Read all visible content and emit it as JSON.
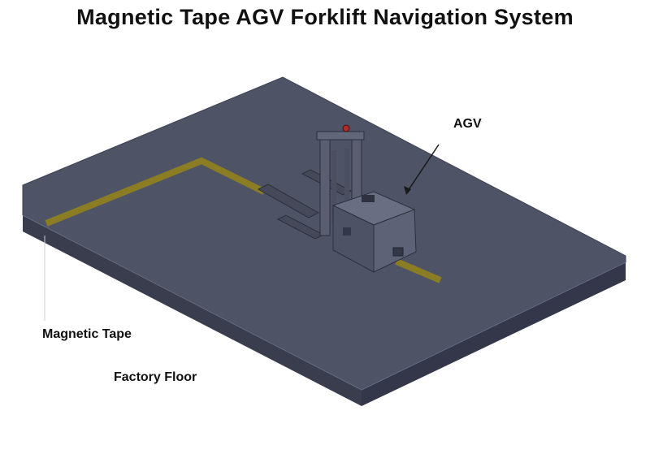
{
  "diagram": {
    "title": "Magnetic Tape AGV Forklift Navigation System",
    "labels": {
      "agv": "AGV",
      "magnetic_tape": "Magnetic Tape",
      "factory_floor": "Factory Floor"
    },
    "colors": {
      "floor_top": "#4f5366",
      "floor_side": "#3a3d4d",
      "tape": "#8a7d24",
      "agv_body": "#5b5f72",
      "background": "#ffffff"
    }
  }
}
